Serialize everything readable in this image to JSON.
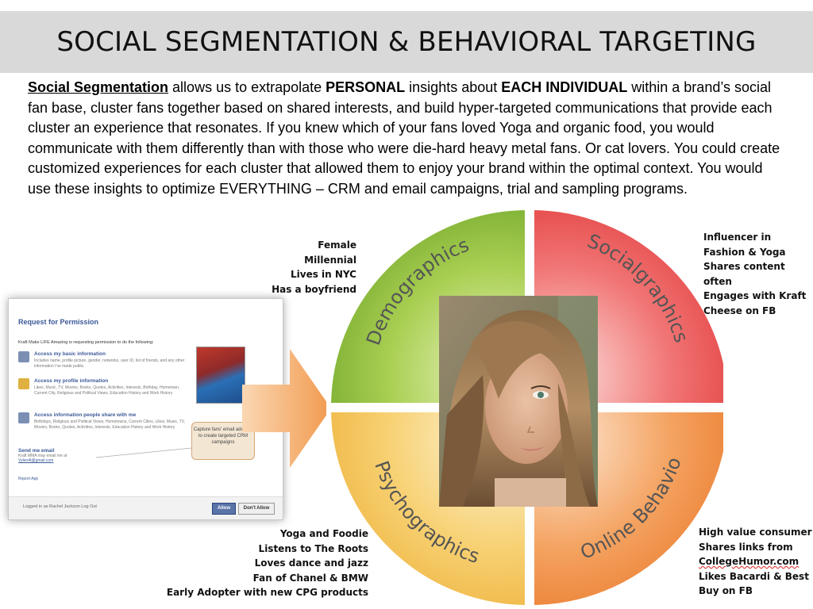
{
  "title": "SOCIAL SEGMENTATION & BEHAVIORAL TARGETING",
  "body": {
    "lead": "Social Segmentation",
    "t1": " allows us to extrapolate ",
    "b1": "PERSONAL",
    "t2": " insights about ",
    "b2": "EACH INDIVIDUAL",
    "t3": " within a brand’s social fan base, cluster fans together based on shared interests, and build hyper-targeted communications that provide each cluster an experience that resonates.  If you knew which of your fans loved Yoga and organic food, you would communicate with them differently than with those who were die-hard heavy metal fans.  Or cat lovers. You could create customized experiences for each cluster that allowed them to enjoy your brand within the optimal context.  You would use these insights to optimize EVERYTHING – CRM and email campaigns, trial and sampling programs."
  },
  "quadrants": {
    "demographics": "Demographics",
    "socialgraphics": "Socialgraphics",
    "psychographics": "Psychographics",
    "online_behavior": "Online Behavior"
  },
  "colors": {
    "demographics": "#8fbf3a",
    "socialgraphics": "#e94b4b",
    "psychographics": "#f2c25a",
    "online_behavior": "#ee8a3c",
    "title_bar": "#d9d9d9",
    "arrow": "#f0a868"
  },
  "labels": {
    "demographics": [
      "Female",
      "Millennial",
      "Lives in NYC",
      "Has a boyfriend"
    ],
    "socialgraphics": [
      "Influencer in",
      "Fashion & Yoga",
      "Shares content often",
      "Engages with Kraft",
      "Cheese on FB"
    ],
    "psychographics": [
      "Yoga and Foodie",
      "Listens to The Roots",
      "Loves dance and jazz",
      "Fan of Chanel & BMW",
      "Early Adopter with new CPG products"
    ],
    "online_behavior": [
      "High value consumer",
      "Shares links from",
      "CollegeHumor.com",
      "Likes Bacardi & Best",
      "Buy on FB"
    ]
  },
  "fb_dialog": {
    "title": "Request for Permission",
    "subtitle": "Kraft Make LIFE Amazing is requesting permission to do the following:",
    "rows": [
      {
        "title": "Access my basic information",
        "desc": "Includes name, profile picture, gender, networks, user ID, list of friends, and any other information I've made public."
      },
      {
        "title": "Access my profile information",
        "desc": "Likes, Music, TV, Movies, Books, Quotes, Activities, Interests, Birthday, Hometown, Current City, Religious and Political Views, Education History and Work History"
      },
      {
        "title": "Access information people share with me",
        "desc": "Birthdays, Religious and Political Views, Hometowns, Current Cities, Likes, Music, TV, Movies, Books, Quotes, Activities, Interests, Education History and Work History"
      }
    ],
    "email_title": "Send me email",
    "email_desc": "Kraft MMA may email me at",
    "email_addr": "Vylen4t@gmail.com",
    "callout": "Capture fans' email address to create targeted CRM campaigns",
    "report": "Report App",
    "logged_in": "Logged in as Rachel Jackson Log Out",
    "allow": "Allow",
    "deny": "Don't Allow"
  }
}
